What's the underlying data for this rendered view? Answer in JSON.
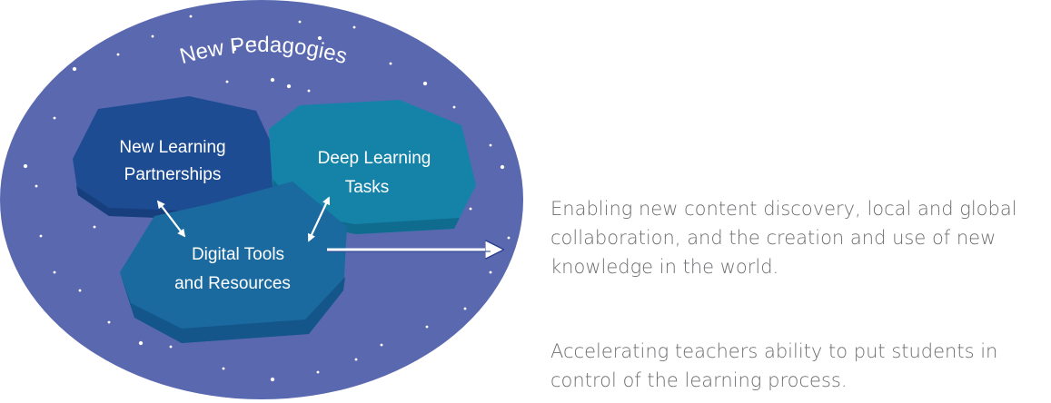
{
  "diagram": {
    "title": "New Pedagogies",
    "nodes": {
      "partnerships": [
        "New Learning",
        "Partnerships"
      ],
      "tasks": [
        "Deep Learning",
        "Tasks"
      ],
      "tools": [
        "Digital Tools",
        "and Resources"
      ]
    },
    "colors": {
      "background_oval": "#5a68b0",
      "partnerships": "#1e4c92",
      "tasks": "#1583a8",
      "tools": "#1a6aa0",
      "text": "#ffffff"
    }
  },
  "side_text": {
    "paragraph_1": "Enabling new content discovery, local and global collaboration, and the creation and use of new knowledge in the world.",
    "paragraph_2": "Accelerating teachers ability to put students in control of the learning process."
  }
}
